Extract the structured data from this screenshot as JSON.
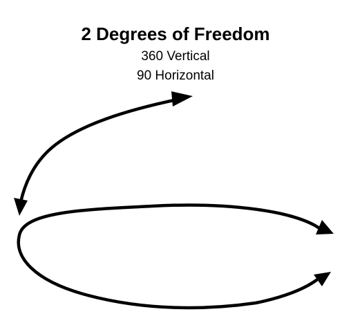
{
  "title": "2 Degrees of Freedom",
  "subtitles": [
    "360 Vertical",
    "90 Horizontal"
  ],
  "colors": {
    "stroke": "#000000",
    "background": "#ffffff"
  }
}
